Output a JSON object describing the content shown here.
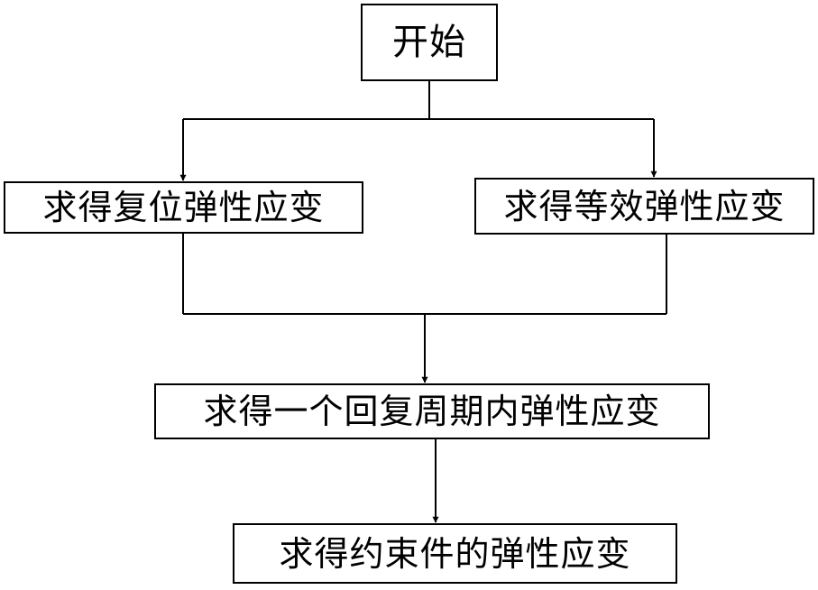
{
  "flowchart": {
    "nodes": {
      "start": "开始",
      "reset_strain": "求得复位弹性应变",
      "equivalent_strain": "求得等效弹性应变",
      "cycle_strain": "求得一个回复周期内弹性应变",
      "constraint_strain": "求得约束件的弹性应变"
    },
    "edges": [
      {
        "from": "start",
        "to": "reset_strain"
      },
      {
        "from": "start",
        "to": "equivalent_strain"
      },
      {
        "from": "reset_strain",
        "to": "cycle_strain"
      },
      {
        "from": "equivalent_strain",
        "to": "cycle_strain"
      },
      {
        "from": "cycle_strain",
        "to": "constraint_strain"
      }
    ],
    "colors": {
      "line": "#000000",
      "box_border": "#000000",
      "background": "#ffffff"
    }
  }
}
